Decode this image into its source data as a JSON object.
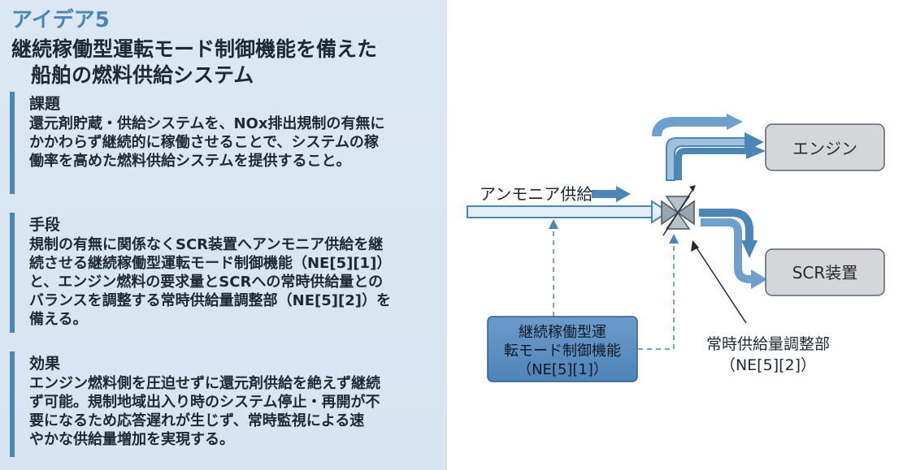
{
  "idea_label": "アイデア5",
  "title": {
    "line1": "継続稼働型運転モード制御機能を備えた",
    "line2": "船舶の燃料供給システム"
  },
  "sections": [
    {
      "heading": "課題",
      "lines": [
        "還元剤貯蔵・供給システムを、NOx排出規制の有無に",
        "かかわらず継続的に稼働させることで、システムの稼",
        "働率を高めた燃料供給システムを提供すること。"
      ]
    },
    {
      "heading": "手段",
      "lines": [
        "規制の有無に関係なくSCR装置へアンモニア供給を継",
        "続させる継続稼働型運転モード制御機能（NE[5][1]）",
        "と、エンジン燃料の要求量とSCRへの常時供給量との",
        "バランスを調整する常時供給量調整部（NE[5][2]）を",
        "備える。"
      ]
    },
    {
      "heading": "効果",
      "lines": [
        "エンジン燃料側を圧迫せずに還元剤供給を絶えず継続",
        "ず可能。規制地域出入り時のシステム停止・再開が不",
        "要になるため応答遅れが生じず、常時監視による速",
        "やかな供給量増加を実現する。"
      ]
    }
  ],
  "diagram": {
    "input_label": "アンモニア供給",
    "engine_label": "エンジン",
    "scr_label": "SCR装置",
    "control_box": {
      "line1": "継続稼働型運",
      "line2": "転モード制御機能",
      "line3": "（NE[5][1]）"
    },
    "adjuster": {
      "line1": "常時供給量調整部",
      "line2": "（NE[5][2]）"
    }
  },
  "colors": {
    "accent": "#4b86b8",
    "panel_bg": "#d8e6f2",
    "box_gray": "#d4d6d9",
    "control_box_fill": "#5b8dc0"
  }
}
